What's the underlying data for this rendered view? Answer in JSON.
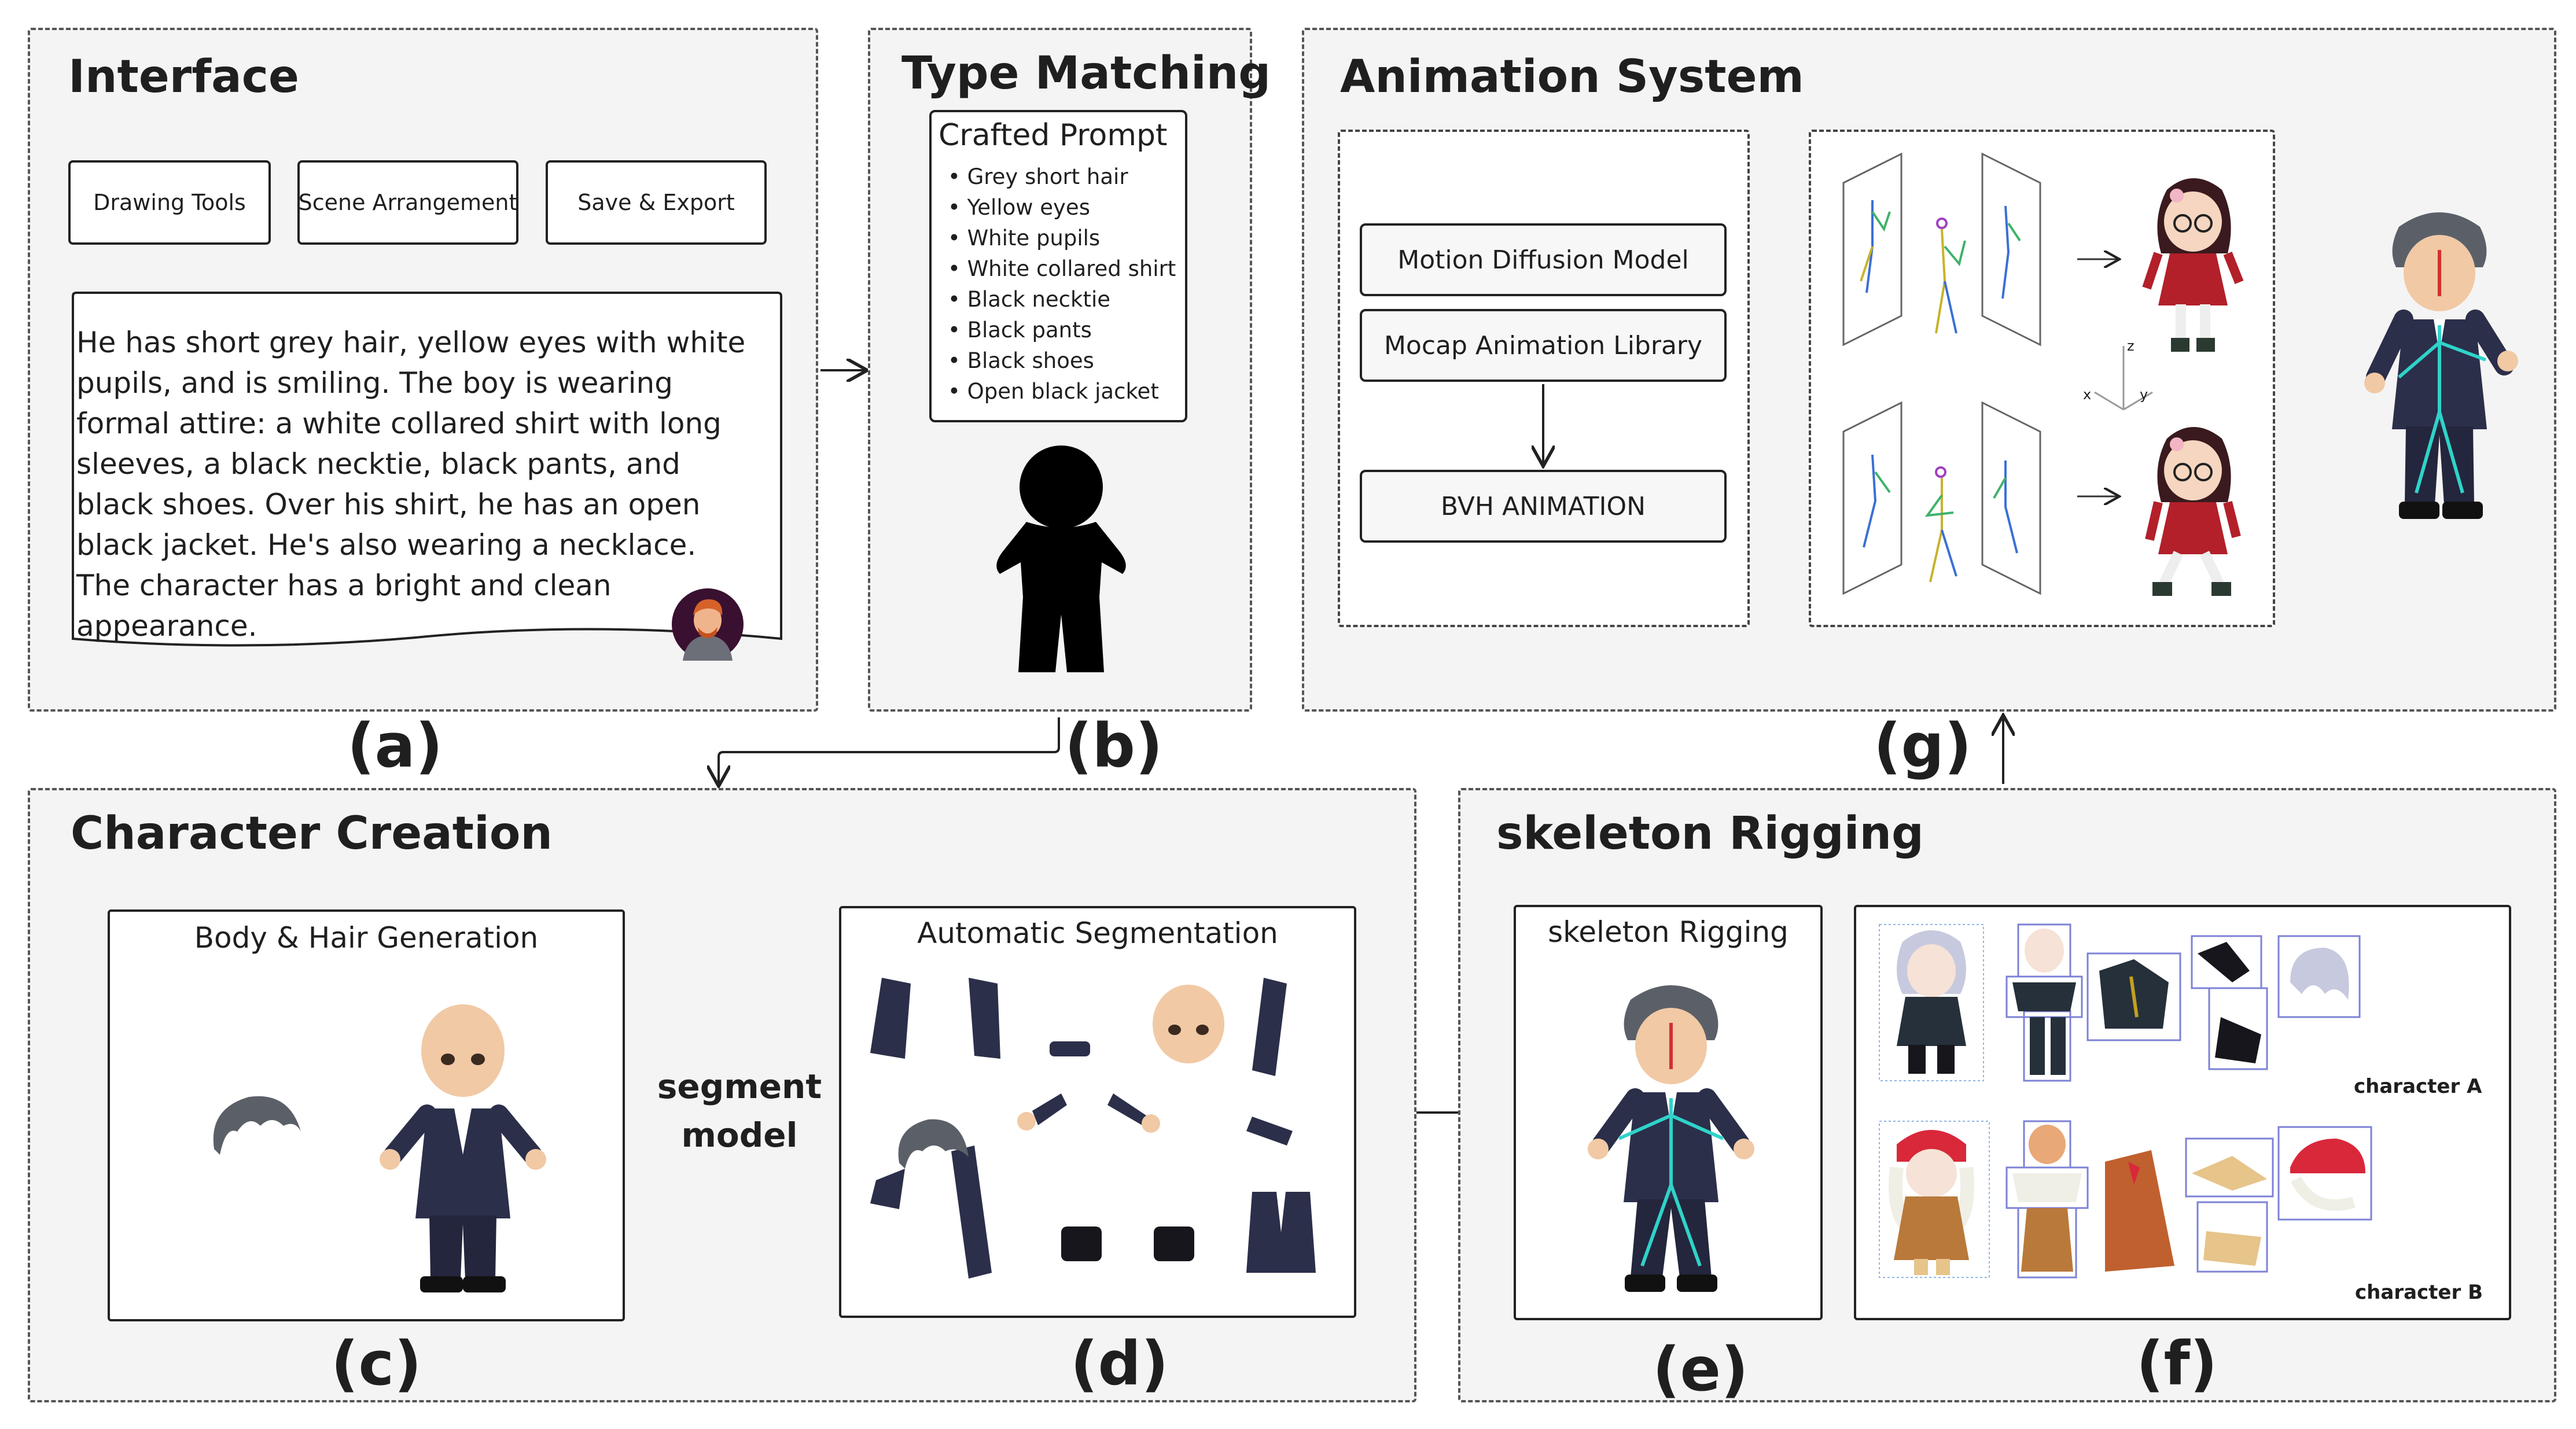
{
  "interface": {
    "title": "Interface",
    "buttons": [
      "Drawing Tools",
      "Scene Arrangement",
      "Save & Export"
    ],
    "description": "He has short grey hair, yellow eyes with white pupils, and is smiling. The boy is wearing formal attire: a white collared shirt with long sleeves, a black necktie, black pants, and black shoes. Over his shirt, he has an open black jacket. He's also wearing a necklace. The character has a bright and clean appearance.",
    "label": "(a)"
  },
  "type_matching": {
    "title": "Type Matching",
    "prompt_title": "Crafted Prompt",
    "prompt_items": [
      "Grey short hair",
      "Yellow eyes",
      "White pupils",
      "White collared shirt",
      "Black necktie",
      "Black pants",
      "Black shoes",
      "Open black jacket"
    ],
    "label": "(b)"
  },
  "animation": {
    "title": "Animation System",
    "buttons": [
      "Motion Diffusion Model",
      "Mocap Animation Library",
      "BVH ANIMATION"
    ],
    "axes": [
      "z",
      "x",
      "y"
    ],
    "label": "(g)"
  },
  "character_creation": {
    "title": "Character Creation",
    "body_hair": "Body & Hair Generation",
    "segment_model": [
      "segment",
      "model"
    ],
    "auto_seg": "Automatic Segmentation",
    "label_c": "(c)",
    "label_d": "(d)"
  },
  "rigging": {
    "title": "skeleton Rigging",
    "box_title": "skeleton Rigging",
    "character_a": "character A",
    "character_b": "character B",
    "label_e": "(e)",
    "label_f": "(f)"
  },
  "colors": {
    "panel_bg": "#f4f4f4",
    "border": "#222222",
    "suit": "#2b2f4a",
    "hair": "#5b6068",
    "skin": "#f1c9a5",
    "red_dress": "#b3202a",
    "bone_teal": "#2fd3c9"
  }
}
